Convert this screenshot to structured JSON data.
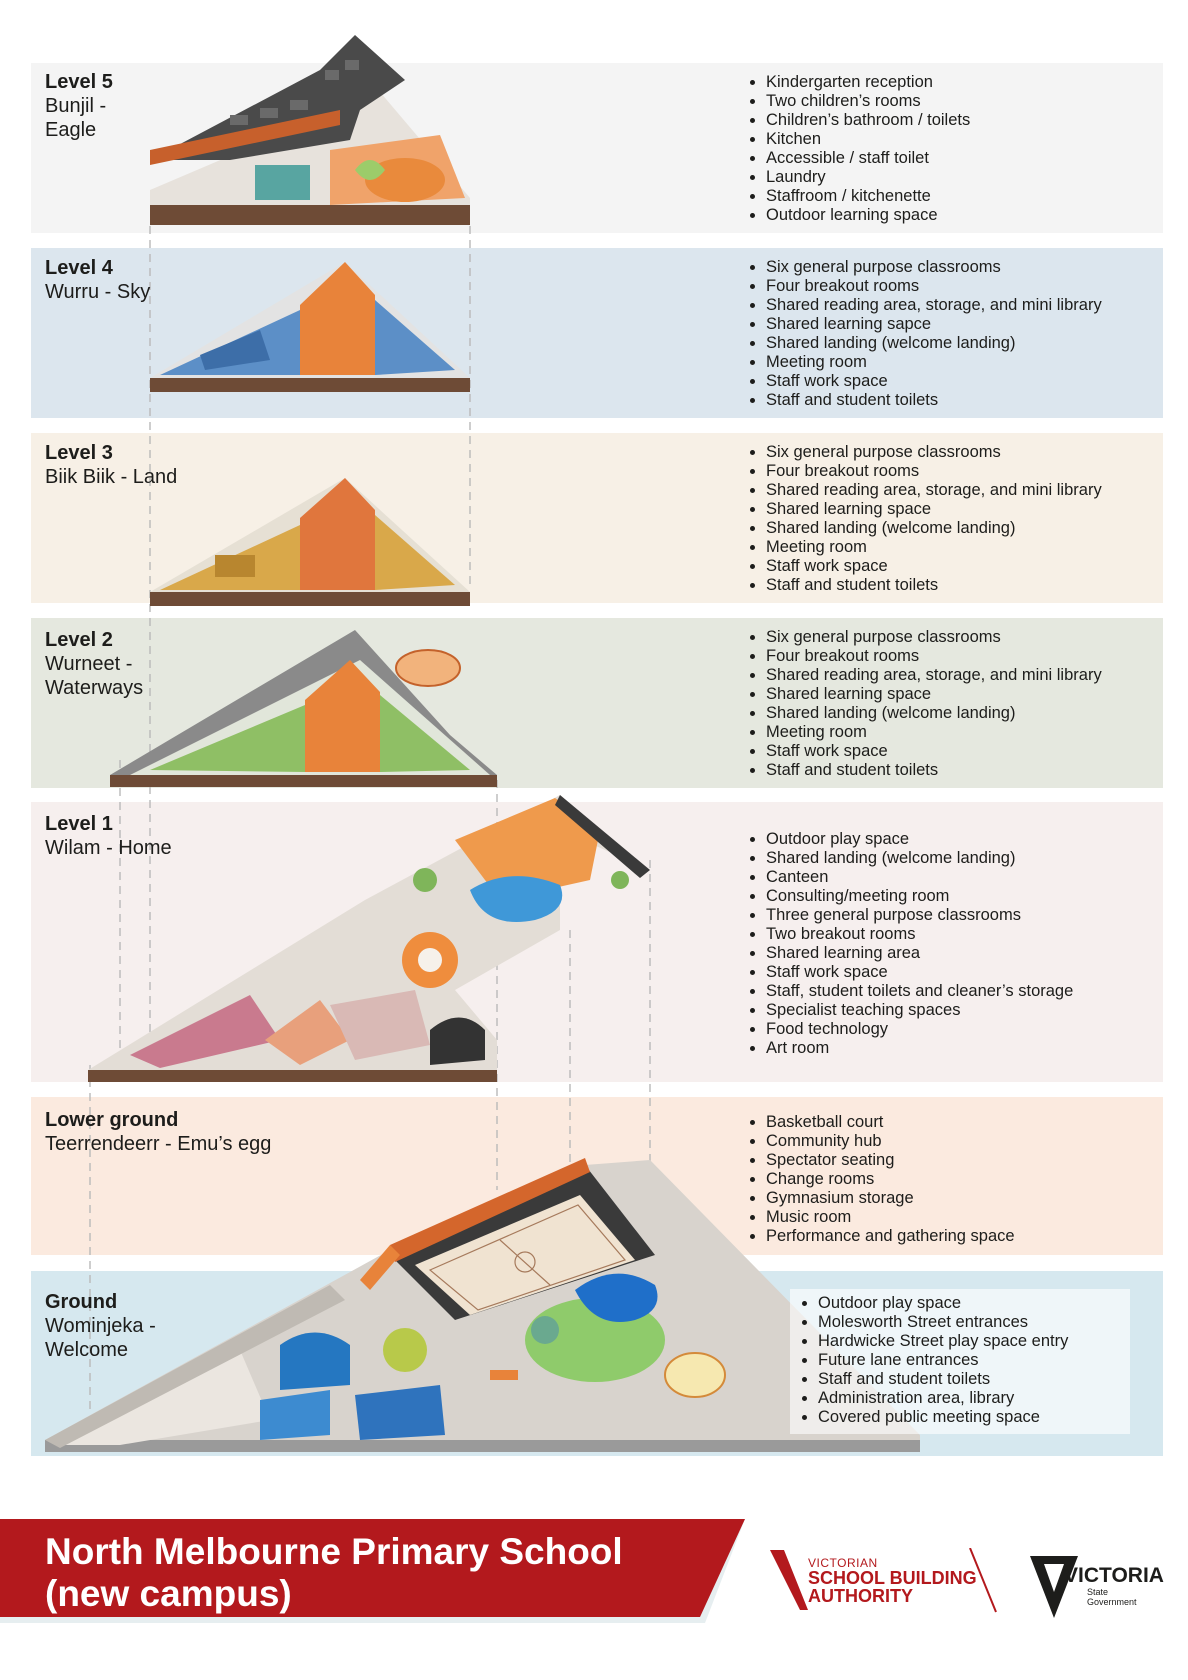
{
  "colors": {
    "level5_bg": "#f4f4f4",
    "level4_bg": "#dce6ee",
    "level3_bg": "#f7f0e6",
    "level2_bg": "#e5e8df",
    "level1_bg": "#f6efee",
    "lower_ground_bg": "#fbeadf",
    "ground_bg": "#d6e8ef",
    "banner_red": "#b3191d",
    "accent_orange": "#e8833a"
  },
  "levels": [
    {
      "head": "Level 5",
      "sub": "Bunjil -\nEagle",
      "features": [
        "Kindergarten reception",
        "Two children’s rooms",
        "Children’s bathroom / toilets",
        "Kitchen",
        "Accessible / staff toilet",
        "Laundry",
        "Staffroom / kitchenette",
        "Outdoor learning space"
      ]
    },
    {
      "head": "Level 4",
      "sub": "Wurru - Sky",
      "features": [
        "Six general purpose classrooms",
        "Four breakout rooms",
        "Shared reading area, storage, and mini library",
        "Shared learning sapce",
        "Shared landing (welcome landing)",
        "Meeting room",
        "Staff work space",
        "Staff and student toilets"
      ]
    },
    {
      "head": "Level 3",
      "sub": "Biik Biik - Land",
      "features": [
        "Six general purpose classrooms",
        "Four breakout rooms",
        "Shared reading area, storage, and mini library",
        "Shared learning space",
        "Shared landing (welcome landing)",
        "Meeting room",
        "Staff work space",
        "Staff and student toilets"
      ]
    },
    {
      "head": "Level 2",
      "sub": "Wurneet -\nWaterways",
      "features": [
        "Six general purpose classrooms",
        "Four breakout rooms",
        "Shared reading area, storage, and mini library",
        "Shared learning space",
        "Shared landing (welcome landing)",
        "Meeting room",
        "Staff work space",
        "Staff and student toilets"
      ]
    },
    {
      "head": "Level 1",
      "sub": "Wilam - Home",
      "features": [
        "Outdoor play space",
        "Shared landing (welcome landing)",
        "Canteen",
        "Consulting/meeting room",
        "Three general purpose classrooms",
        "Two breakout rooms",
        "Shared learning area",
        "Staff work space",
        "Staff, student toilets and cleaner’s storage",
        "Specialist teaching spaces",
        "Food technology",
        "Art room"
      ]
    },
    {
      "head": "Lower ground",
      "sub": "Teerrendeerr -  Emu’s egg",
      "features": [
        "Basketball court",
        "Community hub",
        "Spectator seating",
        "Change rooms",
        "Gymnasium storage",
        "Music room",
        "Performance and gathering space"
      ]
    },
    {
      "head": "Ground",
      "sub": "Wominjeka -\nWelcome",
      "features": [
        "Outdoor play space",
        "Molesworth Street entrances",
        "Hardwicke Street play space entry",
        "Future lane entrances",
        "Staff and student toilets",
        "Administration area, library",
        "Covered public meeting space"
      ]
    }
  ],
  "footer": {
    "title": "North Melbourne Primary School\n(new campus)",
    "vsba_line1": "VICTORIAN",
    "vsba_line2": "SCHOOL BUILDING",
    "vsba_line3": "AUTHORITY",
    "vic_word": "VICTORIA",
    "vic_sub1": "State",
    "vic_sub2": "Government"
  }
}
